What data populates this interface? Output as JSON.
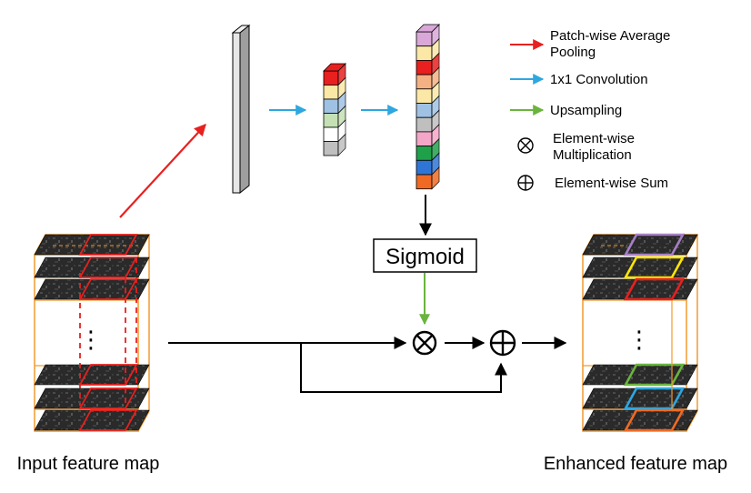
{
  "legend": {
    "pooling": {
      "label_line1": "Patch-wise Average",
      "label_line2": "Pooling",
      "color": "#e8201f"
    },
    "conv": {
      "label": "1x1 Convolution",
      "color": "#2ea7e0"
    },
    "upsampling": {
      "label": "Upsampling",
      "color": "#6ab43e"
    },
    "multiply": {
      "symbol": "⊗",
      "label_line1": "Element-wise",
      "label_line2": "Multiplication"
    },
    "sum": {
      "symbol": "⊕",
      "label": "Element-wise Sum"
    }
  },
  "sigmoid": {
    "label": "Sigmoid"
  },
  "captions": {
    "input": "Input feature map",
    "output": "Enhanced feature map"
  },
  "ellipsis": "⋮",
  "colors": {
    "cube_edge": "#f29a2e",
    "patch_red": "#e8201f",
    "small_vector": [
      "#e8201f",
      "#fbe8a6",
      "#9fc2e4",
      "#c5e0b4",
      "#ffffff",
      "#bfbfbf"
    ],
    "big_vector": [
      "#d9a8d9",
      "#fbe8a6",
      "#e8201f",
      "#f4b183",
      "#fbe8a6",
      "#9fc2e4",
      "#bfbfbf",
      "#f4a6c8",
      "#1fa14a",
      "#2e75d6",
      "#f06a23"
    ],
    "output_patches": [
      "#a77fc4",
      "#ffe600",
      "#e8201f",
      "#6ab43e",
      "#2ea7e0",
      "#f06a23"
    ]
  }
}
